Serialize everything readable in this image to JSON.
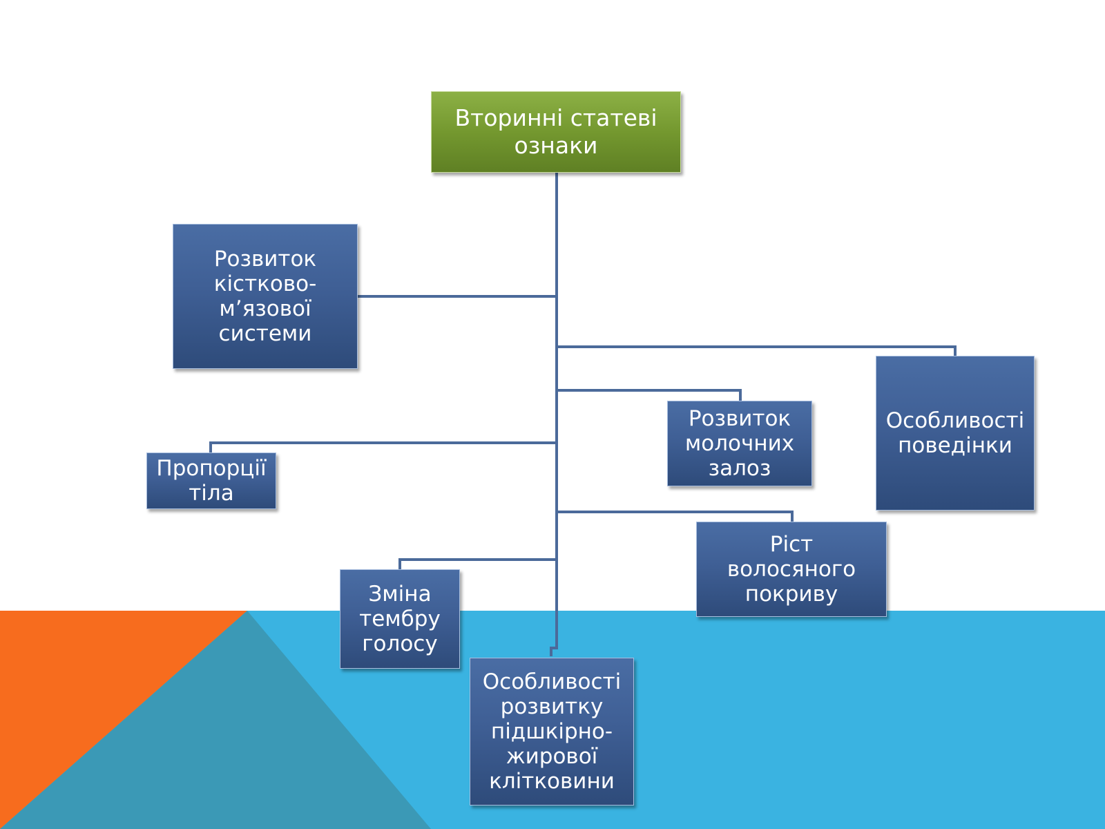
{
  "colors": {
    "root_fill": "#76a032",
    "node_fill": "#3f5f95",
    "connector": "#4b6a9a",
    "band_blue": "#3ab3e1",
    "band_orange": "#f76c1e",
    "band_teal": "#3b99b6"
  },
  "diagram": {
    "root": "Вторинні статеві\nознаки",
    "nodes": {
      "musculoskeletal": "Розвиток\nкістково-\nм’язової\nсистеми",
      "body_proportions": "Пропорції\nтіла",
      "voice": "Зміна\nтембру\nголосу",
      "subcutaneous_fat": "Особливості\nрозвитку\nпідшкірно-\nжирової\nклітковини",
      "hair_growth": "Ріст волосяного\nпокриву",
      "mammary": "Розвиток\nмолочних\nзалоз",
      "behavior": "Особливості\nповедінки"
    }
  }
}
